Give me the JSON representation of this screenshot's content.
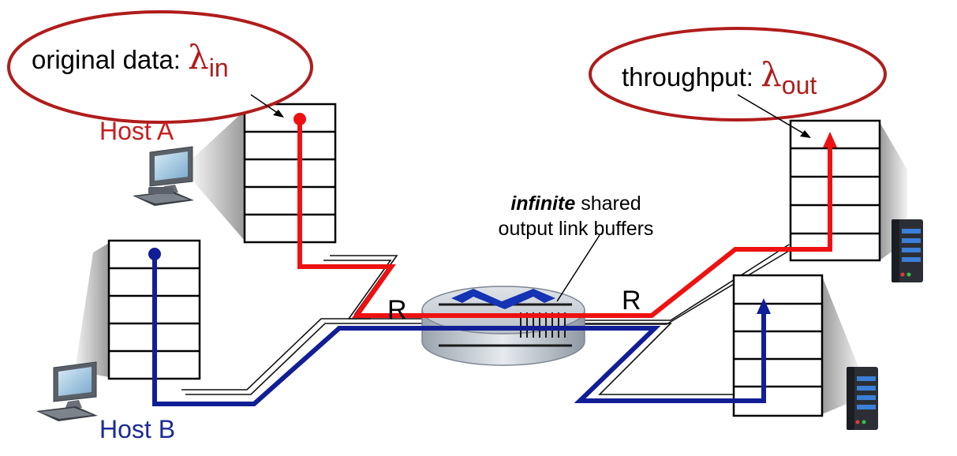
{
  "annotations": {
    "original_data": {
      "text": "original data:",
      "symbol": "λ",
      "subscript": "in"
    },
    "throughput": {
      "text": "throughput:",
      "symbol": "λ",
      "subscript": "out"
    },
    "buffer_bold": "infinite",
    "buffer_rest": "shared",
    "buffer_line2": "output link buffers"
  },
  "hosts": {
    "host_a": "Host A",
    "host_b": "Host B"
  },
  "links": {
    "left_rate": "R",
    "right_rate": "R"
  },
  "colors": {
    "accent_red": "#b01c1c",
    "flow_red": "#ee1111",
    "flow_blue": "#121e96",
    "host_a_label": "#c81e1e",
    "host_b_label": "#1b2a9a"
  }
}
